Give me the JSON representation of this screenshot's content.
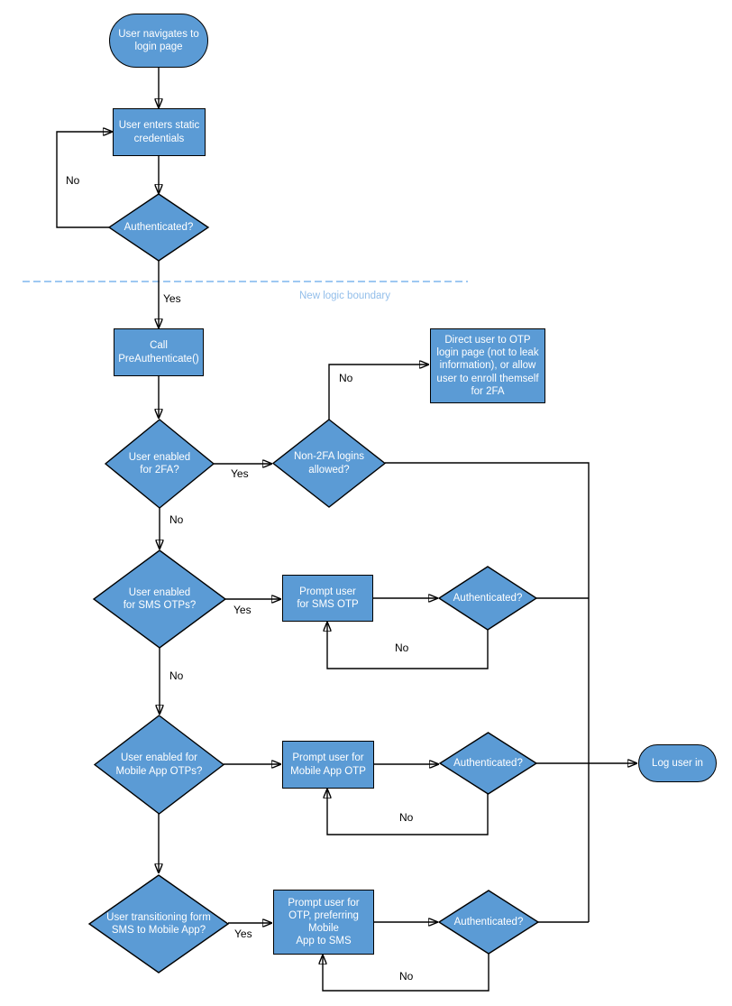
{
  "diagram": {
    "boundary_label": "New logic boundary",
    "colors": {
      "node_fill": "#5B9BD5",
      "node_border": "#000000",
      "node_text": "#FFFFFF",
      "edge_line": "#000000",
      "edge_label_text": "#000000",
      "boundary_line": "#7FB5EE",
      "boundary_text": "#92BEEA",
      "background": "#FFFFFF"
    },
    "nodes": {
      "start": {
        "shape": "terminator",
        "label": "User navigates to\nlogin page"
      },
      "enter_credentials": {
        "shape": "process",
        "label": "User enters static\ncredentials"
      },
      "authenticated_1": {
        "shape": "decision",
        "label": "Authenticated?"
      },
      "call_preauthenticate": {
        "shape": "process",
        "label": "Call\nPreAuthenticate()"
      },
      "user_enabled_2fa": {
        "shape": "decision",
        "label": "User enabled\nfor 2FA?"
      },
      "non_2fa_allowed": {
        "shape": "decision",
        "label": "Non-2FA logins\nallowed?"
      },
      "direct_user_otp": {
        "shape": "process",
        "label": "Direct user to OTP\nlogin page (not to leak\ninformation), or allow\nuser to enroll themself\nfor 2FA"
      },
      "user_enabled_sms": {
        "shape": "decision",
        "label": "User enabled\nfor SMS OTPs?"
      },
      "prompt_sms": {
        "shape": "process",
        "label": "Prompt user\nfor SMS OTP"
      },
      "authenticated_sms": {
        "shape": "decision",
        "label": "Authenticated?"
      },
      "user_enabled_mobile": {
        "shape": "decision",
        "label": "User enabled for\nMobile App OTPs?"
      },
      "prompt_mobile": {
        "shape": "process",
        "label": "Prompt user for\nMobile App OTP"
      },
      "authenticated_mobile": {
        "shape": "decision",
        "label": "Authenticated?"
      },
      "log_user_in": {
        "shape": "terminator",
        "label": "Log user in"
      },
      "user_transitioning": {
        "shape": "decision",
        "label": "User transitioning form\nSMS to Mobile App?"
      },
      "prompt_otp_preferring": {
        "shape": "process",
        "label": "Prompt user for\nOTP, preferring\nMobile\nApp to SMS"
      },
      "authenticated_transition": {
        "shape": "decision",
        "label": "Authenticated?"
      }
    },
    "edge_labels": {
      "auth1_no": "No",
      "auth1_yes": "Yes",
      "non2fa_no": "No",
      "enabled2fa_yes": "Yes",
      "enabled2fa_no": "No",
      "sms_yes": "Yes",
      "sms_no": "No",
      "auth_sms_no": "No",
      "auth_mobile_no": "No",
      "transitioning_yes": "Yes",
      "auth_transition_no": "No"
    }
  }
}
